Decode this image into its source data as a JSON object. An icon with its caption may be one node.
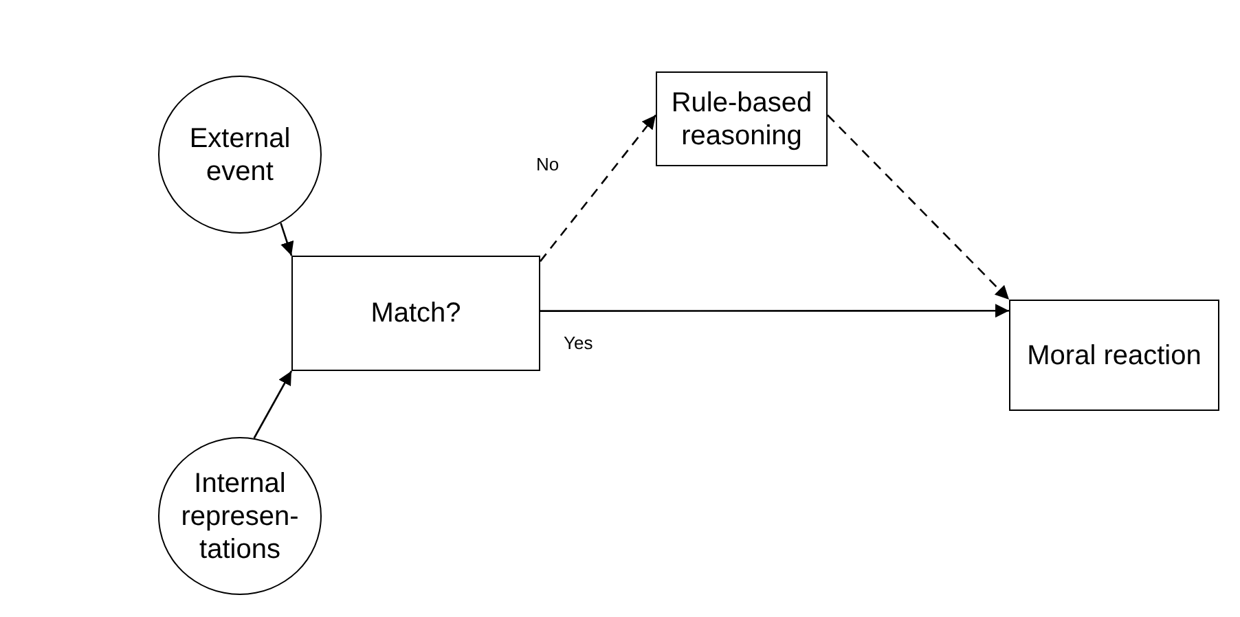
{
  "diagram": {
    "nodes": [
      {
        "text": [
          "External event"
        ]
      },
      {
        "text": [
          "Internal represen- tations"
        ]
      },
      {
        "text": [
          "Match?"
        ]
      },
      {
        "text": [
          "Rule-based reasoning"
        ]
      },
      {
        "text": [
          "Moral reaction"
        ]
      }
    ],
    "edges": [
      {
        "from": 0,
        "to": 2,
        "arrow": "to"
      },
      {
        "from": 1,
        "to": 2,
        "arrow": "to"
      },
      {
        "from": 2,
        "to": 3,
        "arrow": "to",
        "label": "No",
        "style": "dashed"
      },
      {
        "from": 3,
        "to": 4,
        "arrow": "to",
        "style": "dashed"
      },
      {
        "from": 2,
        "to": 4,
        "arrow": "to",
        "label": "Yes"
      }
    ]
  }
}
